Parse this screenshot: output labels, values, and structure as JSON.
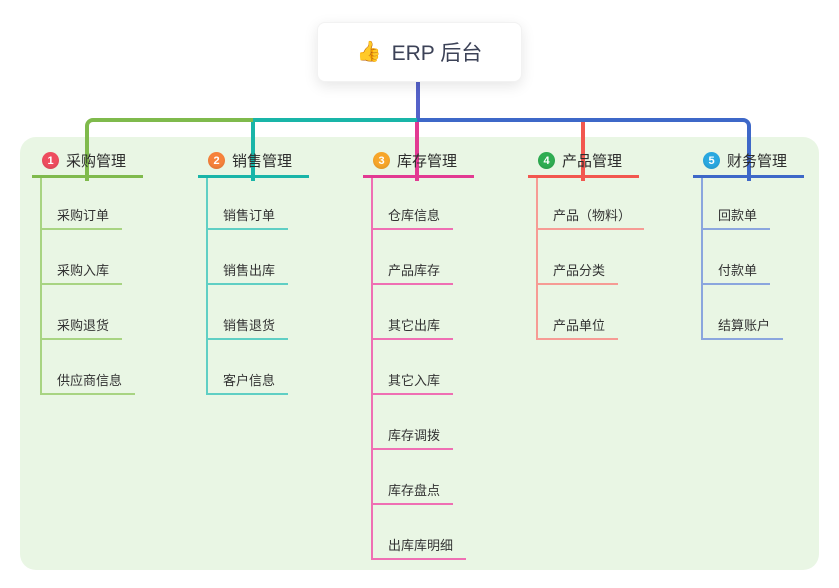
{
  "root": {
    "icon": "👍",
    "title": "ERP 后台",
    "connector_color": "#5562c9"
  },
  "panel": {
    "background_color": "#e9f6e4"
  },
  "branches": [
    {
      "badge": "1",
      "label": "采购管理",
      "badge_color": "#ee4d5f",
      "line_color": "#7fba4c",
      "child_line_color": "#a8d482",
      "children": [
        "采购订单",
        "采购入库",
        "采购退货",
        "供应商信息"
      ]
    },
    {
      "badge": "2",
      "label": "销售管理",
      "badge_color": "#f6823b",
      "line_color": "#19b5a8",
      "child_line_color": "#5fcfc4",
      "children": [
        "销售订单",
        "销售出库",
        "销售退货",
        "客户信息"
      ]
    },
    {
      "badge": "3",
      "label": "库存管理",
      "badge_color": "#f7a62a",
      "line_color": "#e23a92",
      "child_line_color": "#ef6fb3",
      "children": [
        "仓库信息",
        "产品库存",
        "其它出库",
        "其它入库",
        "库存调拨",
        "库存盘点",
        "出库库明细"
      ]
    },
    {
      "badge": "4",
      "label": "产品管理",
      "badge_color": "#2fad52",
      "line_color": "#f2574f",
      "child_line_color": "#f69b94",
      "children": [
        "产品（物料）",
        "产品分类",
        "产品单位"
      ]
    },
    {
      "badge": "5",
      "label": "财务管理",
      "badge_color": "#29a8e0",
      "line_color": "#3e68c8",
      "child_line_color": "#8ba6de",
      "children": [
        "回款单",
        "付款单",
        "结算账户"
      ]
    }
  ]
}
